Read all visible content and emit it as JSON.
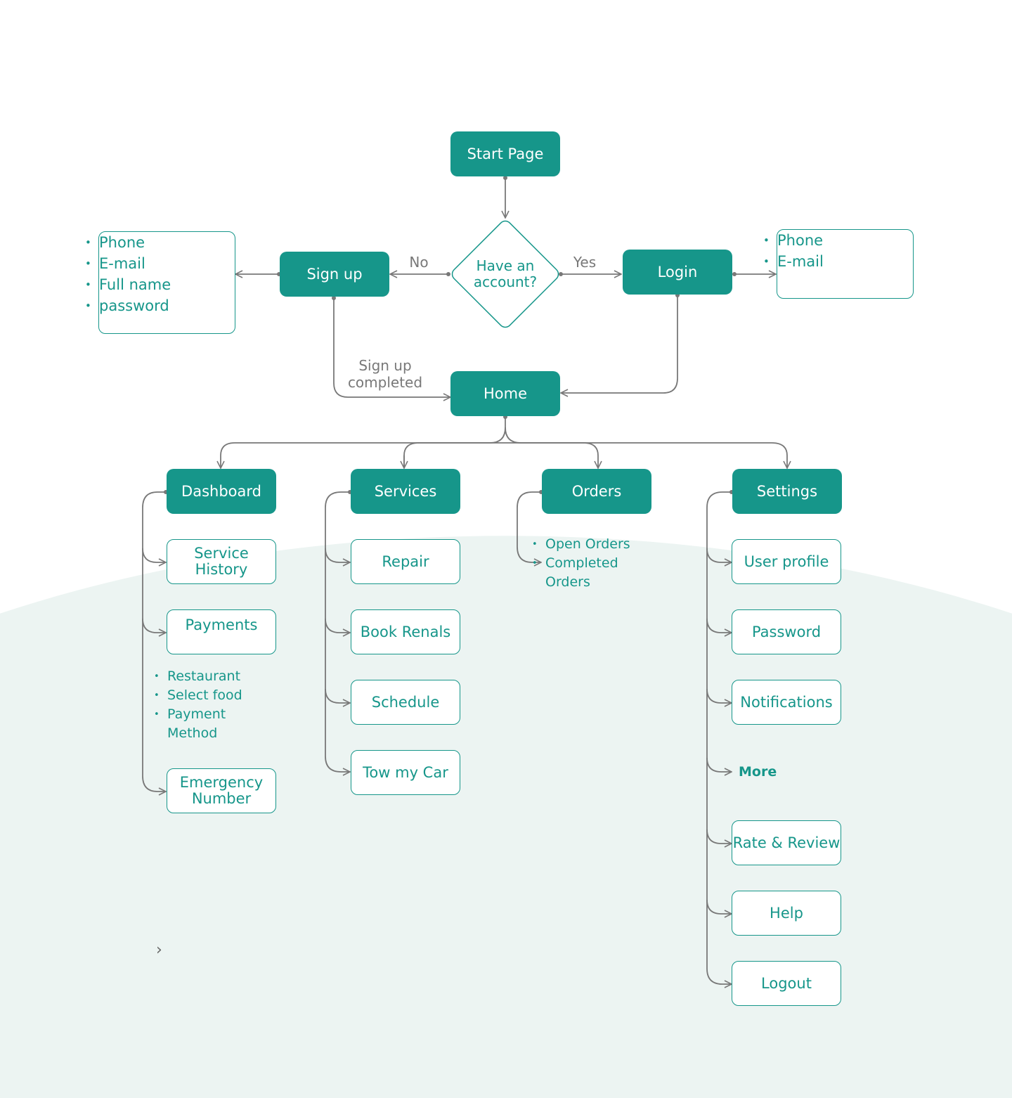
{
  "colors": {
    "primary": "#16968a",
    "connector": "#787878",
    "background_arc": "#ecf4f2"
  },
  "start": "Start Page",
  "decision": {
    "label": "Have an account?",
    "no": "No",
    "yes": "Yes"
  },
  "signup": {
    "label": "Sign up",
    "fields": [
      "Phone",
      "E-mail",
      "Full name",
      "password"
    ]
  },
  "login": {
    "label": "Login",
    "fields": [
      "Phone",
      "E-mail"
    ]
  },
  "signup_completed": "Sign up completed",
  "home": "Home",
  "dashboard": {
    "label": "Dashboard",
    "items": [
      "Service History",
      "Payments",
      "Emergency Number"
    ],
    "payment_details": [
      "Restaurant",
      "Select food",
      "Payment Method"
    ]
  },
  "services": {
    "label": "Services",
    "items": [
      "Repair",
      "Book Renals",
      "Schedule",
      "Tow my Car"
    ]
  },
  "orders": {
    "label": "Orders",
    "items": [
      "Open Orders",
      "Completed Orders"
    ]
  },
  "settings": {
    "label": "Settings",
    "items": [
      "User profile",
      "Password",
      "Notifications"
    ],
    "more": "More",
    "more_items": [
      "Rate & Review",
      "Help",
      "Logout"
    ]
  },
  "icons": {
    "chevron": "chevron-right-icon"
  }
}
